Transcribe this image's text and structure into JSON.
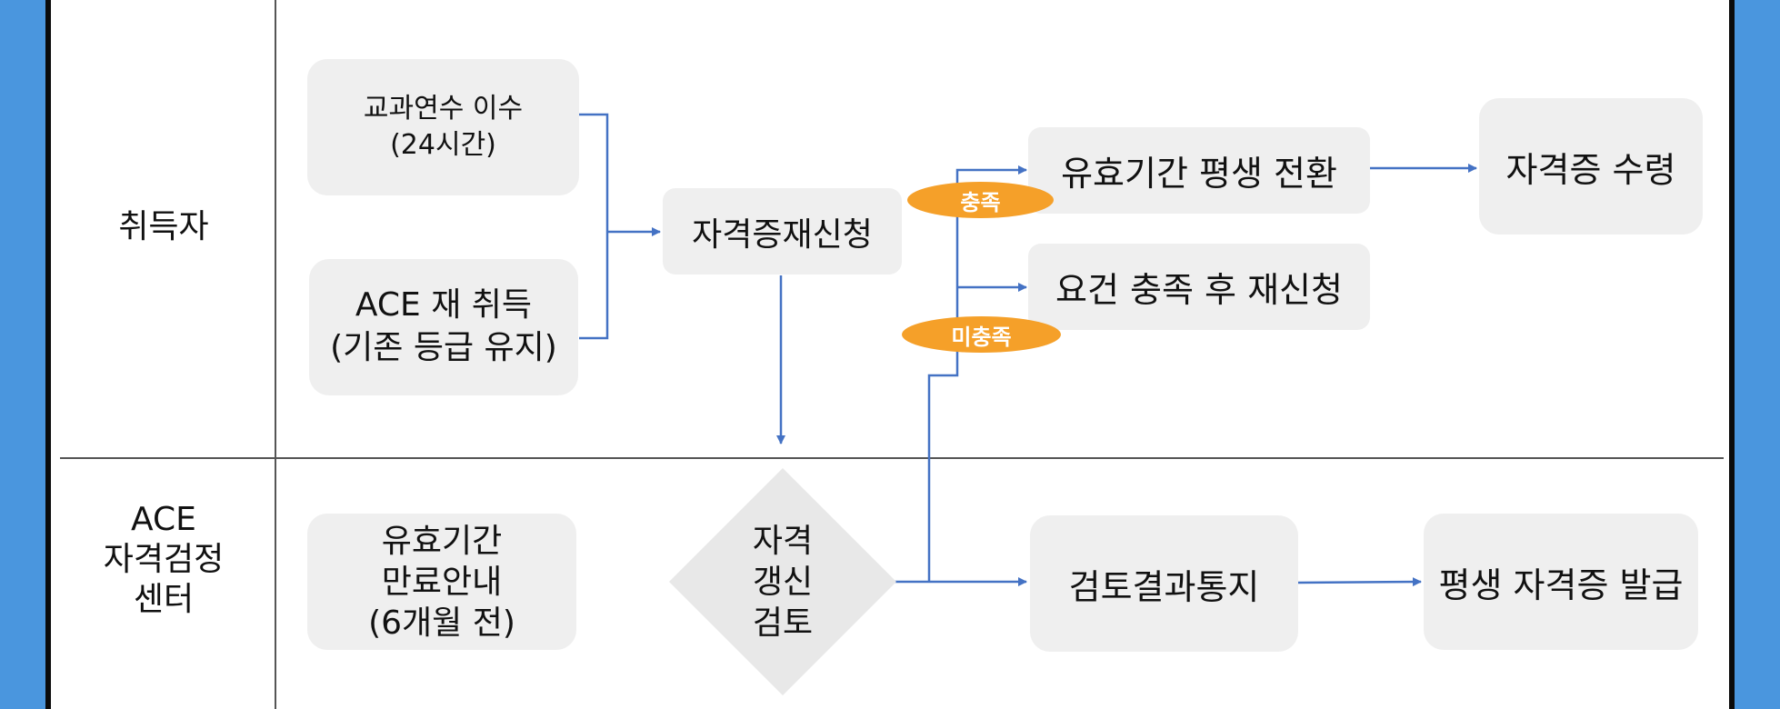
{
  "lanes": {
    "acquirer": "취득자",
    "center": "ACE\n자격검정\n센터"
  },
  "boxes": {
    "training": "교과연수 이수\n(24시간)",
    "reacquire": "ACE 재 취득\n(기존 등급 유지)",
    "reapply": "자격증재신청",
    "lifetime_convert": "유효기간 평생 전환",
    "receive_cert": "자격증 수령",
    "reapply_after": "요건 충족 후 재신청",
    "expiry_notice": "유효기간\n만료안내\n(6개월 전)",
    "review_result": "검토결과통지",
    "lifetime_issue": "평생 자격증 발급"
  },
  "decision": {
    "label": "자격\n갱신\n검토"
  },
  "badges": {
    "satisfied": "충족",
    "unsatisfied": "미충족"
  },
  "colors": {
    "connector": "#4472c4",
    "badge": "#f5a029",
    "box": "#efefef",
    "side_bar": "#4a96de"
  }
}
